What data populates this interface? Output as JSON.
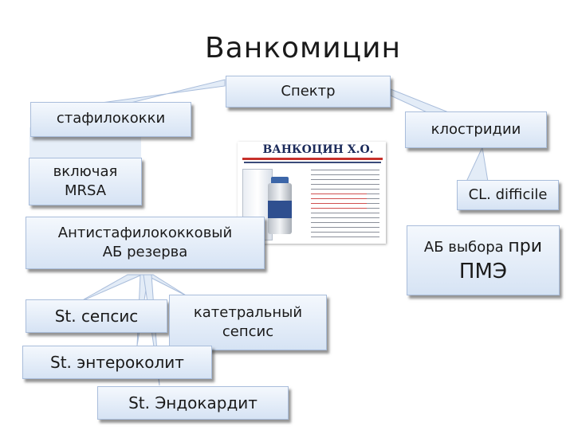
{
  "title": "Ванкомицин",
  "nodes": {
    "spectrum": "Спектр",
    "staph": "стафилококки",
    "including": "включая",
    "mrsa": "MRSA",
    "clostridia": "клостридии",
    "cl_difficile": "CL. difficile",
    "ab_choice_a": "АБ выбора",
    "ab_choice_b": "при",
    "pme": "ПМЭ",
    "antistaph_line1": "Антистафилококковый",
    "antistaph_line2": "АБ резерва",
    "st_sepsis": "St. сепсис",
    "catheter_line1": "катетральный",
    "catheter_line2": "сепсис",
    "enterocolitis": "St. энтероколит",
    "endocarditis": "St. Эндокардит"
  },
  "image": {
    "heading": "ВАНКОЦИН Х.О."
  },
  "colors": {
    "box_top": "#f4f8fd",
    "box_bottom": "#d6e3f4",
    "box_border": "#a9bddb"
  }
}
